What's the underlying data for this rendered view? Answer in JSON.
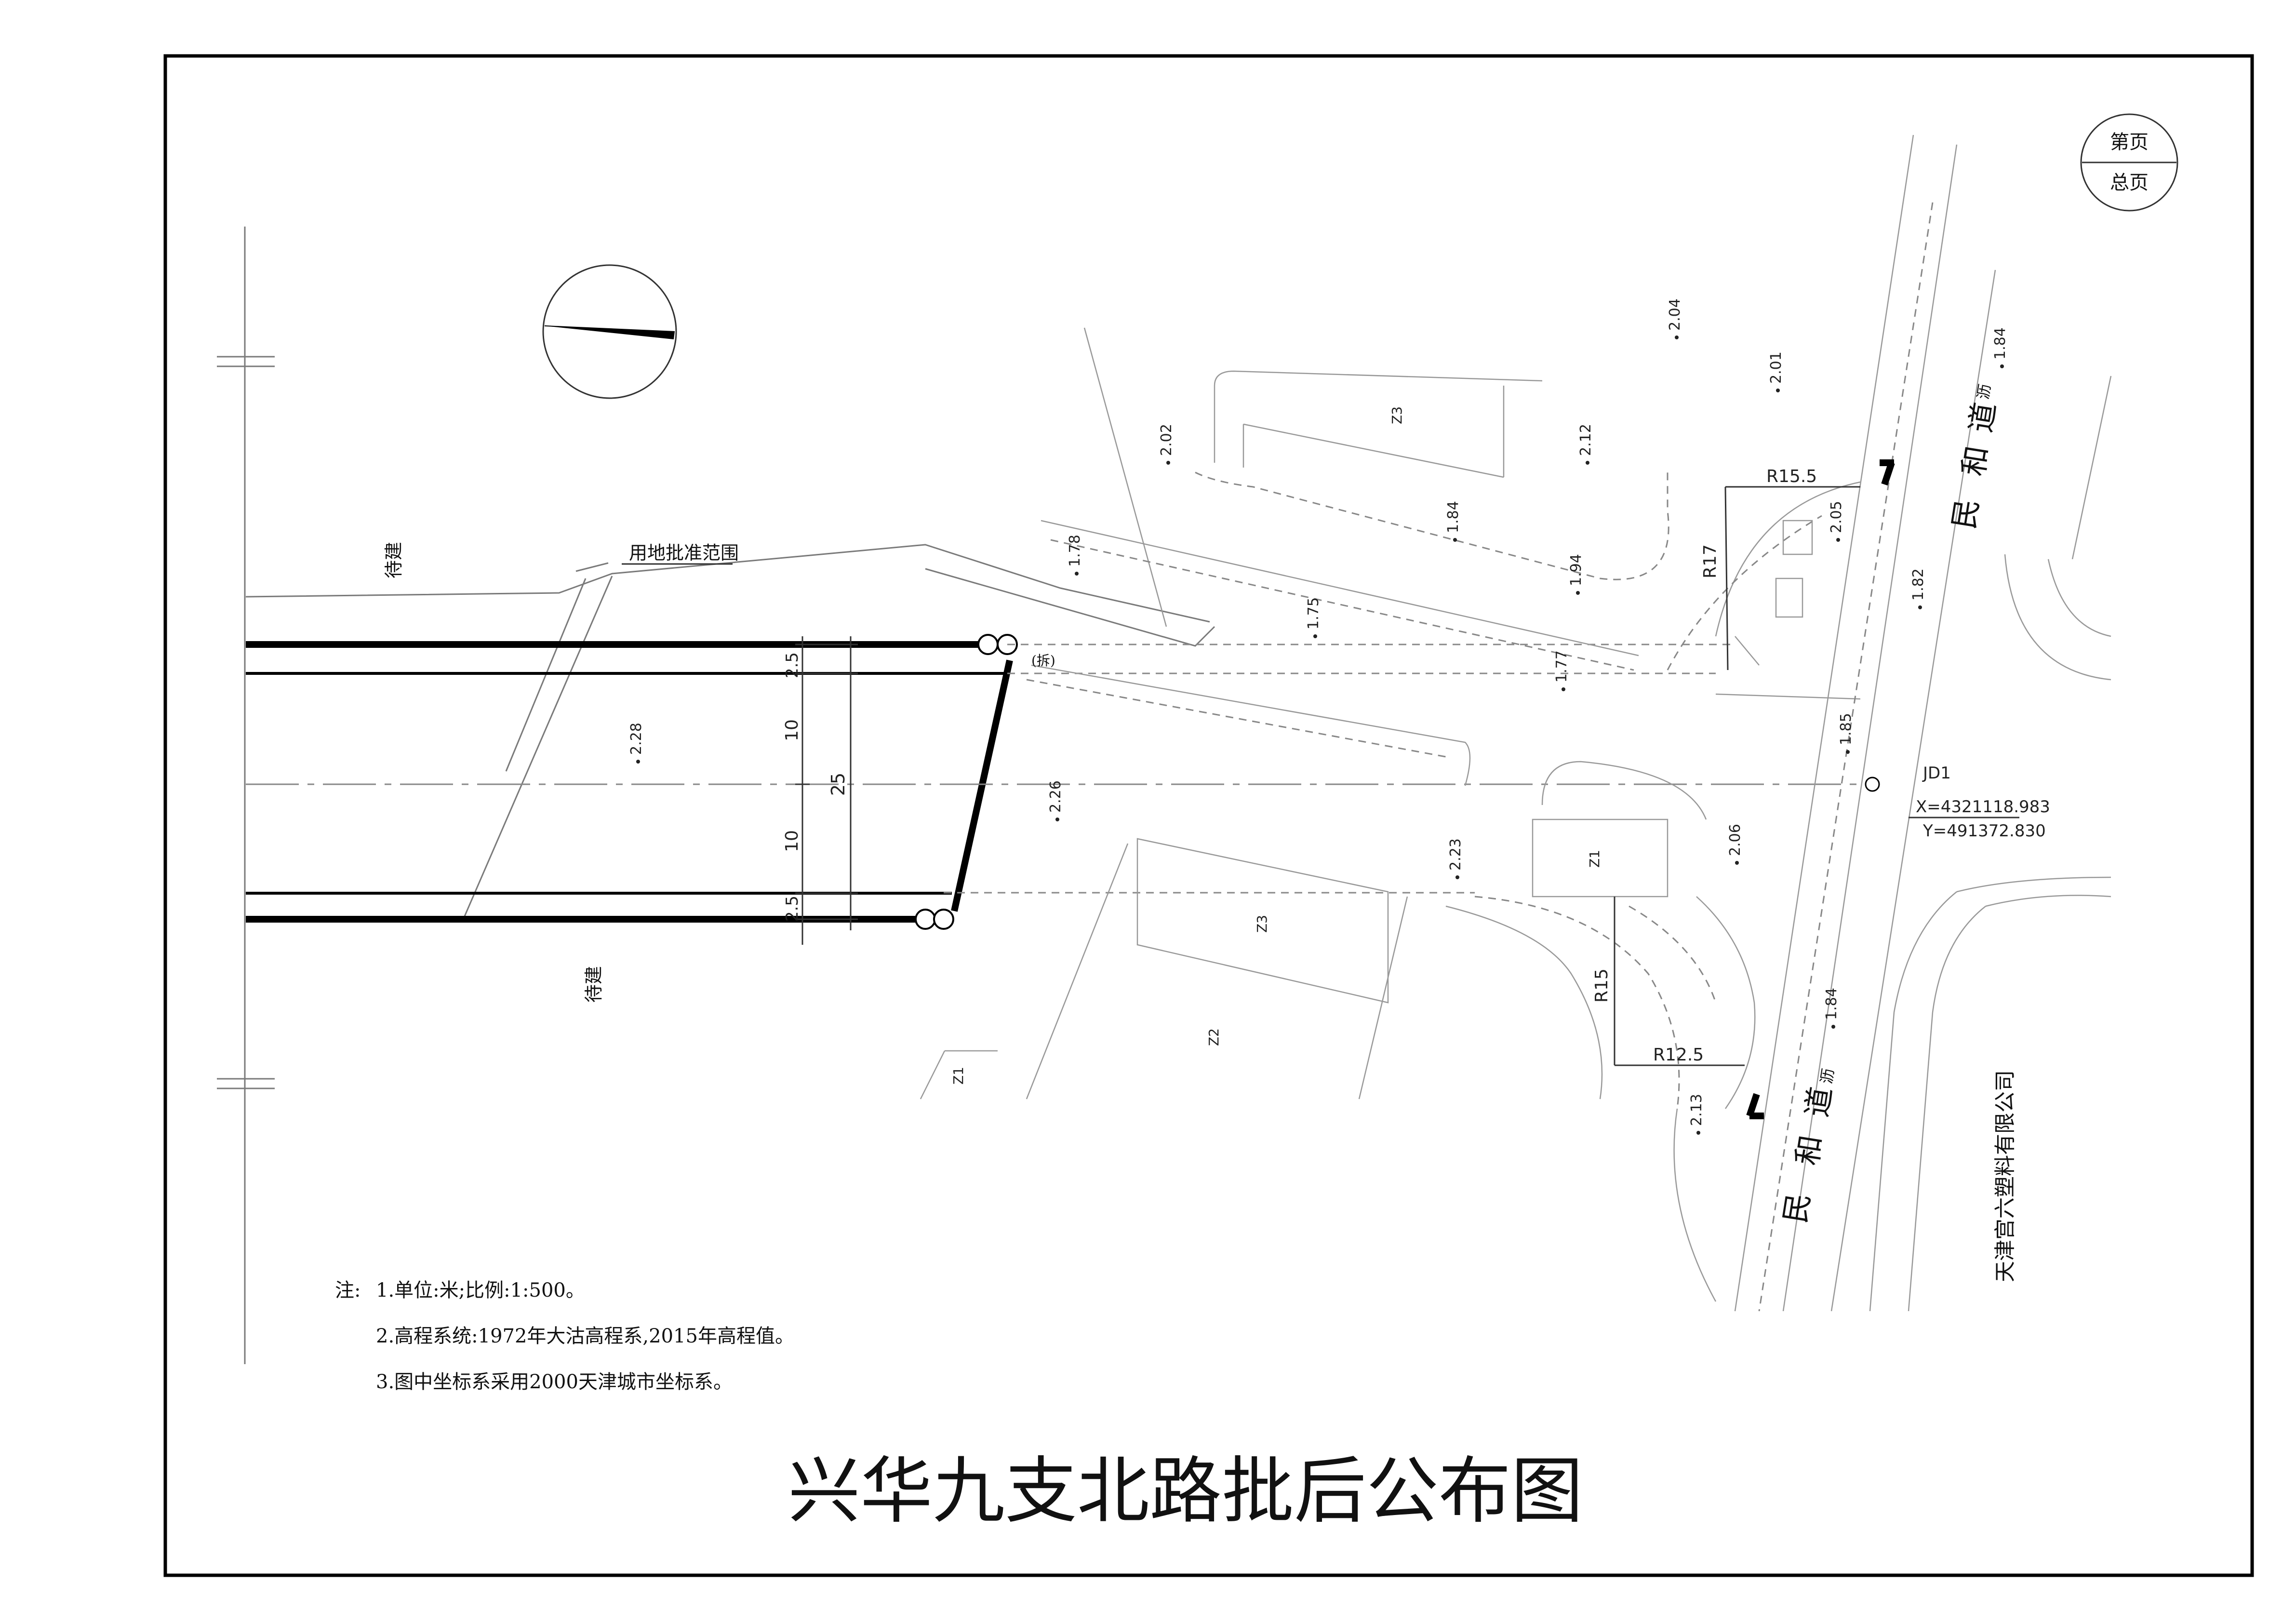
{
  "page_label_no": "第页",
  "page_label_total": "总页",
  "title": "兴华九支北路批后公布图",
  "notes": {
    "prefix": "注:",
    "line1": "1.单位:米;比例:1:500。",
    "line2": "2.高程系统:1972年大沽高程系,2015年高程值。",
    "line3": "3.图中坐标系采用2000天津城市坐标系。"
  },
  "labels": {
    "land_boundary": "用地批准范围",
    "to_build_north": "待建",
    "to_build_south": "待建",
    "company": "天津宫六塑料有限公司",
    "road_top_1": "民",
    "road_top_2": "和",
    "road_top_3": "道",
    "road_top_4": "沥",
    "road_bottom_1": "民",
    "road_bottom_2": "和",
    "road_bottom_3": "道",
    "road_bottom_4": "沥",
    "demolish": "(拆)"
  },
  "control_point": {
    "name": "JD1",
    "x": "X=4321118.983",
    "y": "Y=491372.830"
  },
  "dimensions": {
    "total_width": "25",
    "half_width_upper": "10",
    "half_width_lower": "10",
    "sidewalk_upper": "2.5",
    "sidewalk_lower": "2.5"
  },
  "radii": {
    "r1": "R15.5",
    "r2": "R17",
    "r3": "R15",
    "r4": "R12.5"
  },
  "elevations": [
    "2.04",
    "2.01",
    "2.02",
    "2.12",
    "1.84",
    "1.84",
    "2.05",
    "1.94",
    "1.78",
    "1.75",
    "1.77",
    "1.82",
    "2.28",
    "2.26",
    "1.85",
    "2.23",
    "2.06",
    "1.84",
    "2.13"
  ],
  "zones": {
    "z3_top": "Z3",
    "z1_mid": "Z1",
    "z3_mid": "Z3",
    "z2": "Z2",
    "z1_low": "Z1"
  }
}
